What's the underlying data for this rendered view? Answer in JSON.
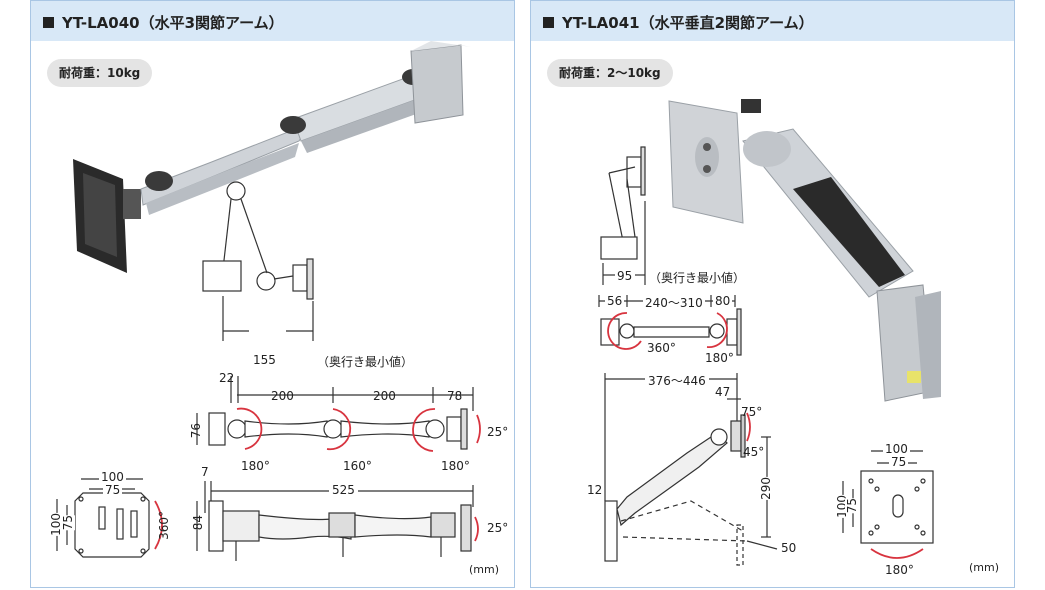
{
  "left": {
    "header": "YT-LA040（水平3関節アーム）",
    "load": "耐荷重：10kg",
    "dims": {
      "depth_top": "155",
      "depth_top_note": "（奥行き最小値）",
      "d22": "22",
      "d200a": "200",
      "d200b": "200",
      "d78": "78",
      "d76": "76",
      "a25_top": "25°",
      "a180a": "180°",
      "a160": "160°",
      "a180b": "180°",
      "d7": "7",
      "d525": "525",
      "d84": "84",
      "a25_bottom": "25°",
      "p100": "100",
      "p75": "75",
      "p100v": "100",
      "p75v": "75",
      "a360": "360°",
      "unit": "(mm)"
    }
  },
  "right": {
    "header": "YT-LA041（水平垂直2関節アーム）",
    "load": "耐荷重：2〜10kg",
    "dims": {
      "d95": "95",
      "d95_note": "（奥行き最小値）",
      "d56": "56",
      "d240": "240〜310",
      "d80": "80",
      "a360": "360°",
      "a180": "180°",
      "d376": "376〜446",
      "d47": "47",
      "a75": "75°",
      "a45": "45°",
      "d12": "12",
      "d290": "290",
      "d50": "50",
      "p100": "100",
      "p75": "75",
      "p100v": "100",
      "p75v": "75",
      "a180p": "180°",
      "unit": "(mm)"
    }
  }
}
